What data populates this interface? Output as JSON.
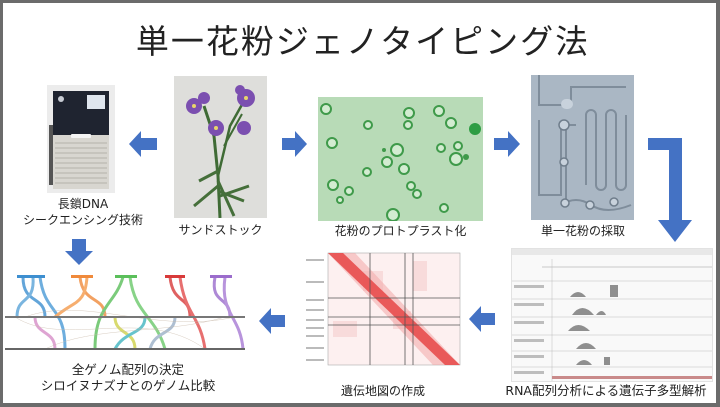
{
  "title": "単一花粉ジェノタイピング法",
  "colors": {
    "arrow": "#4472c4",
    "border": "#6b6b6b",
    "text": "#222222"
  },
  "steps": [
    {
      "id": "sandstock",
      "caption": "サンドストック",
      "image": "purple-flower-plant-photo"
    },
    {
      "id": "protoplast",
      "caption": "花粉のプロトプラスト化",
      "image": "green-pollen-protoplast-micrograph"
    },
    {
      "id": "single-pollen",
      "caption": "単一花粉の採取",
      "image": "microfluidic-channel-micrograph"
    },
    {
      "id": "rna-seq",
      "caption": "RNA配列分析による遺伝子多型解析",
      "image": "genome-browser-screenshot"
    },
    {
      "id": "genetic-map",
      "caption": "遺伝地図の作成",
      "image": "linkage-heatmap"
    },
    {
      "id": "genome",
      "caption_line1": "全ゲノム配列の決定",
      "caption_line2": "シロイヌナズナとのゲノム比較",
      "image": "synteny-ribbon-plot"
    },
    {
      "id": "sequencer",
      "caption_line1": "長鎖DNA",
      "caption_line2": "シークエンシング技術",
      "image": "sequencer-instrument-photo"
    }
  ],
  "arrows": [
    {
      "from": "sandstock",
      "to": "protoplast",
      "direction": "right"
    },
    {
      "from": "protoplast",
      "to": "single-pollen",
      "direction": "right"
    },
    {
      "from": "single-pollen",
      "to": "rna-seq",
      "direction": "elbow-down"
    },
    {
      "from": "rna-seq",
      "to": "genetic-map",
      "direction": "left"
    },
    {
      "from": "genetic-map",
      "to": "genome",
      "direction": "left"
    },
    {
      "from": "sandstock",
      "to": "sequencer",
      "direction": "left"
    },
    {
      "from": "sequencer",
      "to": "genome",
      "direction": "down"
    }
  ]
}
